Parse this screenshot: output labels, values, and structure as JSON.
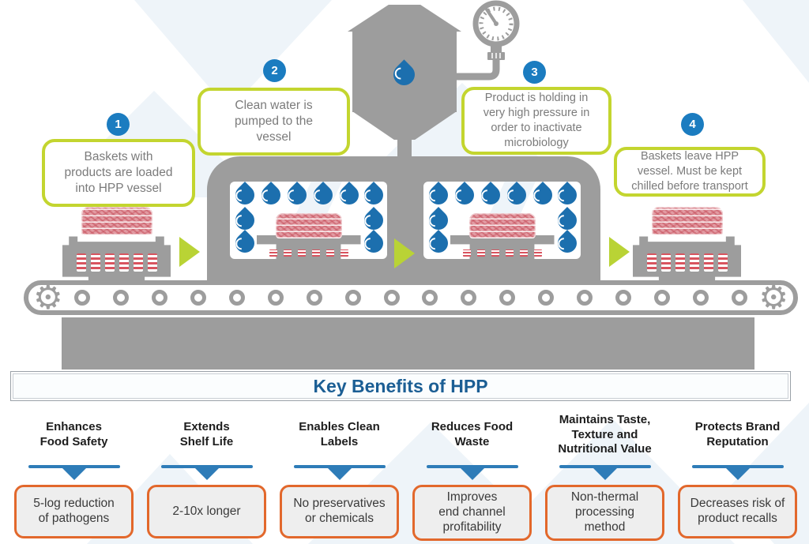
{
  "colors": {
    "machine-gray": "#9d9d9d",
    "drop-blue": "#1c6fae",
    "badge-blue": "#1b7cc0",
    "callout-green": "#c3d52f",
    "callout-text": "#7b7b7b",
    "arrow-green": "#b9d335",
    "banner-blue": "#1b5e94",
    "pointer-blue": "#2e7cb8",
    "box-orange": "#e2682c",
    "box-bg": "#eeeeee"
  },
  "icons": {
    "gear": "⚙"
  },
  "steps": [
    {
      "number": "1",
      "text": "Baskets with\nproducts are loaded\ninto HPP vessel"
    },
    {
      "number": "2",
      "text": "Clean water is\npumped to the\nvessel"
    },
    {
      "number": "3",
      "text": "Product is holding in\nvery high pressure in\norder to inactivate\nmicrobiology"
    },
    {
      "number": "4",
      "text": "Baskets leave HPP\nvessel. Must be kept\nchilled before transport"
    }
  ],
  "banner": {
    "title": "Key Benefits of HPP"
  },
  "benefits": [
    {
      "heading": "Enhances\nFood Safety",
      "detail": "5-log reduction\nof pathogens"
    },
    {
      "heading": "Extends\nShelf Life",
      "detail": "2-10x longer"
    },
    {
      "heading": "Enables Clean\nLabels",
      "detail": "No preservatives\nor chemicals"
    },
    {
      "heading": "Reduces Food\nWaste",
      "detail": "Improves\nend channel\nprofitability"
    },
    {
      "heading": "Maintains Taste,\nTexture and\nNutritional Value",
      "detail": "Non-thermal\nprocessing\nmethod"
    },
    {
      "heading": "Protects Brand\nReputation",
      "detail": "Decreases risk of\nproduct recalls"
    }
  ]
}
